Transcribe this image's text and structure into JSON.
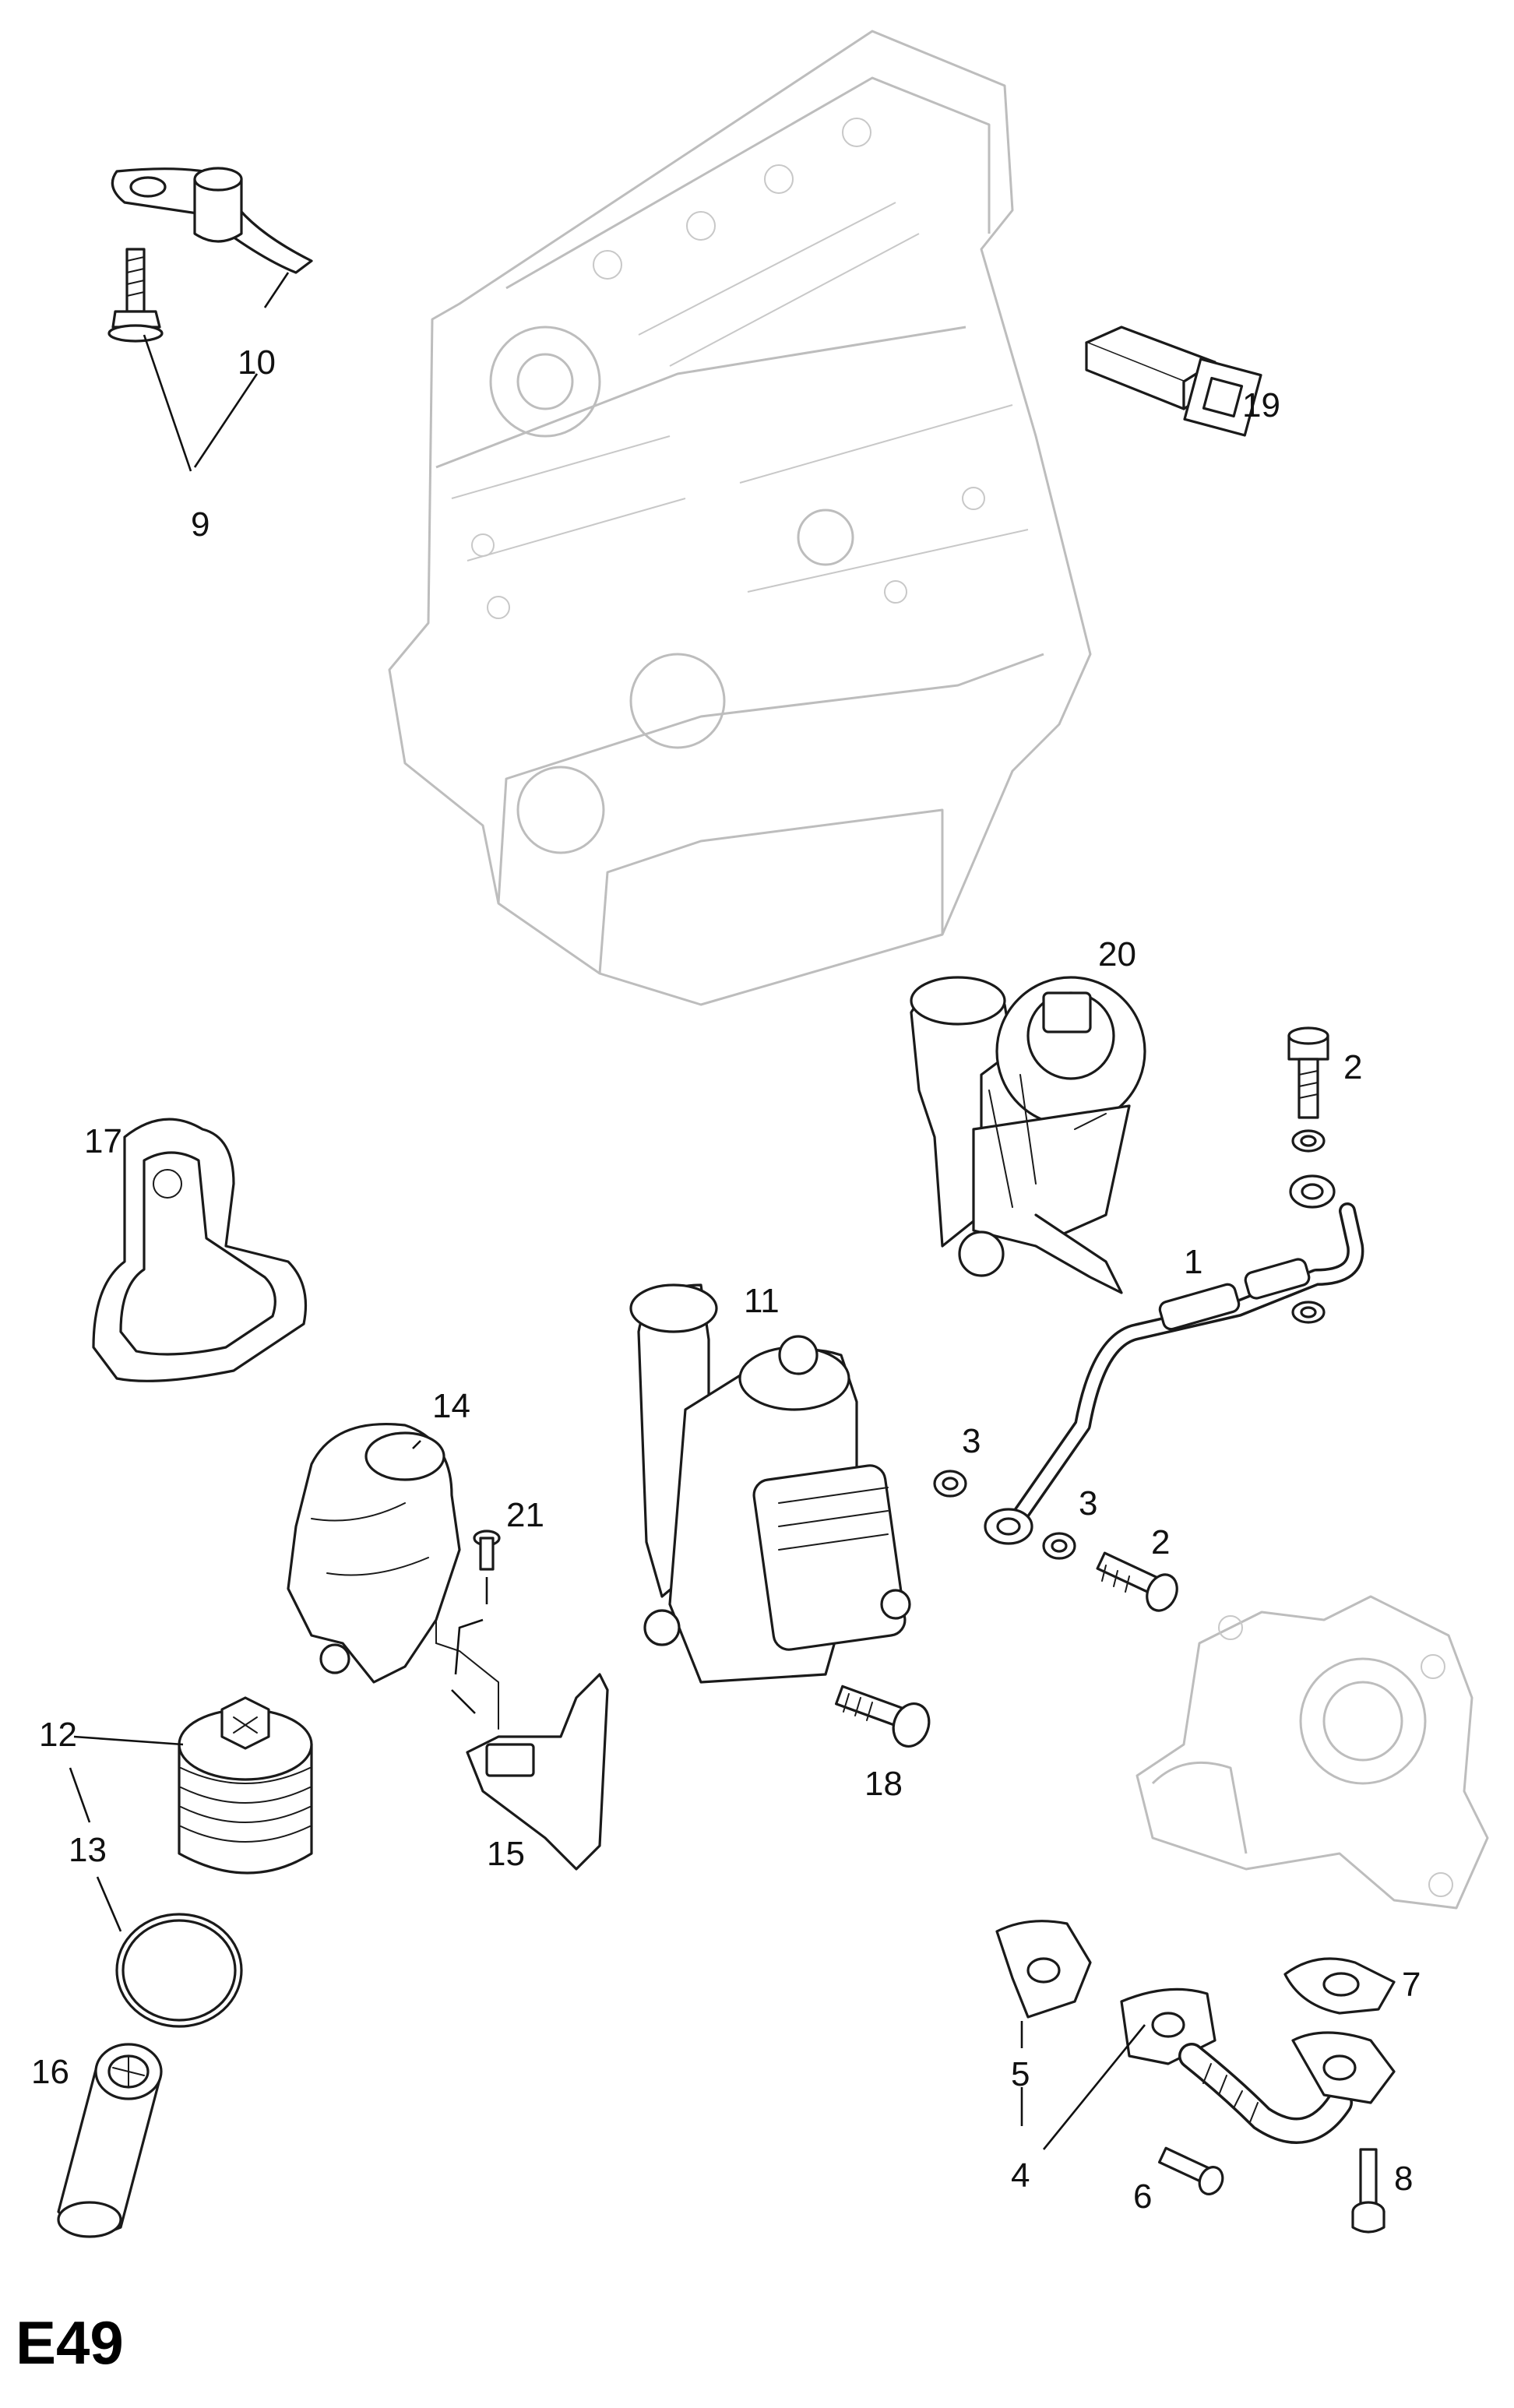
{
  "page_code": "E49",
  "callouts": {
    "c1": "1",
    "c2a": "2",
    "c2b": "2",
    "c3a": "3",
    "c3b": "3",
    "c4": "4",
    "c5": "5",
    "c6": "6",
    "c7": "7",
    "c8": "8",
    "c9": "9",
    "c10": "10",
    "c11": "11",
    "c12": "12",
    "c13": "13",
    "c14": "14",
    "c15": "15",
    "c16": "16",
    "c17": "17",
    "c18": "18",
    "c19": "19",
    "c20": "20",
    "c21": "21"
  }
}
